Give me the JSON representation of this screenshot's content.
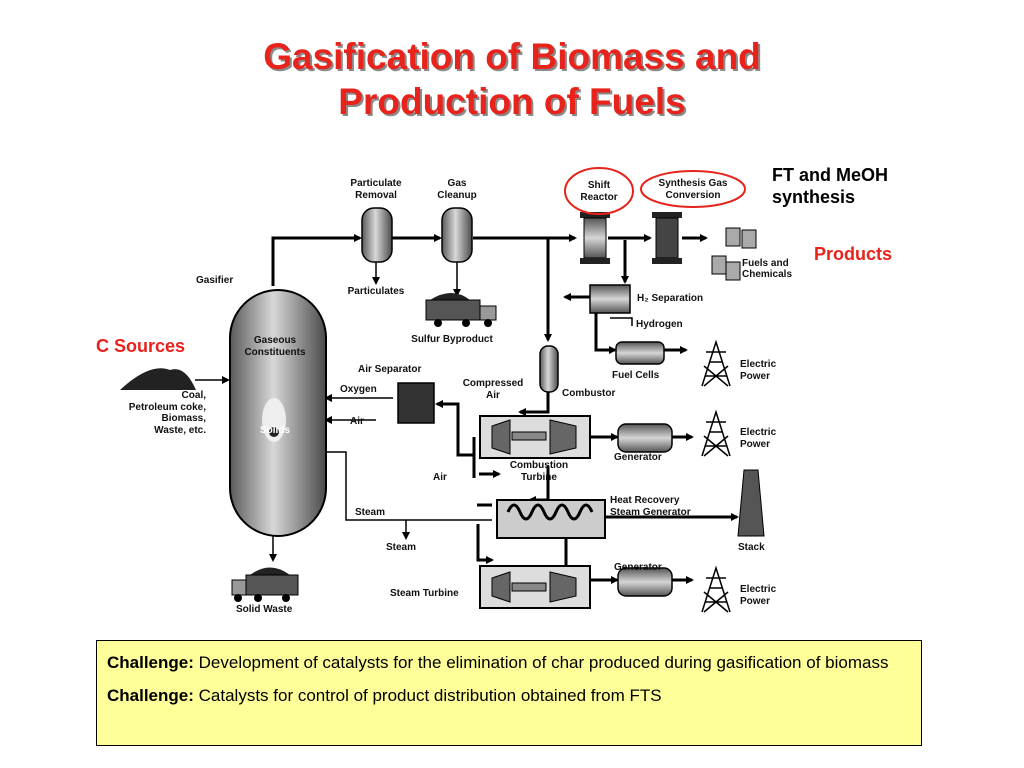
{
  "title": {
    "line1": "Gasification of Biomass and",
    "line2": "Production of Fuels"
  },
  "annotations": {
    "ft_meoh_line1": "FT and MeOH",
    "ft_meoh_line2": "synthesis",
    "products": "Products",
    "c_sources": "C Sources"
  },
  "colors": {
    "title": "#e8231c",
    "highlight_circle": "#e8231c",
    "challenge_bg": "#ffff99"
  },
  "diagram_labels": {
    "gasifier": "Gasifier",
    "gaseous_constituents_1": "Gaseous",
    "gaseous_constituents_2": "Constituents",
    "solids": "Solids",
    "feed_1": "Coal,",
    "feed_2": "Petroleum coke,",
    "feed_3": "Biomass,",
    "feed_4": "Waste, etc.",
    "particulate_removal_1": "Particulate",
    "particulate_removal_2": "Removal",
    "particulates": "Particulates",
    "gas_cleanup_1": "Gas",
    "gas_cleanup_2": "Cleanup",
    "sulfur_byproduct": "Sulfur Byproduct",
    "shift_reactor_1": "Shift",
    "shift_reactor_2": "Reactor",
    "synthesis_gas_conversion_1": "Synthesis Gas",
    "synthesis_gas_conversion_2": "Conversion",
    "fuels_chemicals_1": "Fuels and",
    "fuels_chemicals_2": "Chemicals",
    "h2_separation": "H₂ Separation",
    "hydrogen": "Hydrogen",
    "fuel_cells": "Fuel Cells",
    "electric_1": "Electric",
    "power_1": "Power",
    "air_separator": "Air Separator",
    "oxygen": "Oxygen",
    "air_1": "Air",
    "compressed_air_1": "Compressed",
    "compressed_air_2": "Air",
    "combustor": "Combustor",
    "generator_1": "Generator",
    "electric_2": "Electric",
    "power_2": "Power",
    "air_2": "Air",
    "combustion_turbine_1": "Combustion",
    "combustion_turbine_2": "Turbine",
    "heat_recovery_1": "Heat Recovery",
    "heat_recovery_2": "Steam Generator",
    "stack": "Stack",
    "steam_1": "Steam",
    "steam_2": "Steam",
    "steam_turbine": "Steam Turbine",
    "generator_2": "Generator",
    "electric_3": "Electric",
    "power_3": "Power",
    "solid_waste": "Solid Waste"
  },
  "challenges": [
    {
      "label": "Challenge:",
      "text": " Development of catalysts for the elimination of char produced during gasification of biomass"
    },
    {
      "label": "Challenge:",
      "text": " Catalysts for control of product distribution obtained from FTS"
    }
  ]
}
